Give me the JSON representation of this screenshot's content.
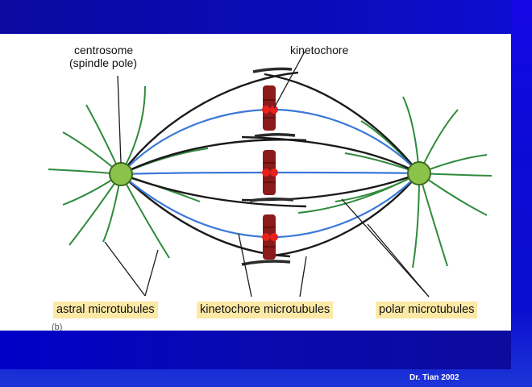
{
  "labels": {
    "centrosome_line1": "centrosome",
    "centrosome_line2": "(spindle pole)",
    "kinetochore": "kinetochore",
    "astral_microtubules": "astral microtubules",
    "kinetochore_microtubules": "kinetochore microtubules",
    "polar_microtubules": "polar microtubules",
    "panel_marker": "(b)"
  },
  "credit": "Dr. Tian 2002",
  "colors": {
    "astral_microtubule": "#2f8a3c",
    "kinetochore_microtubule": "#3b78d8",
    "polar_microtubule": "#1a1a1a",
    "centrosome_fill": "#8bc34a",
    "chromosome": "#8b1a1a",
    "kinetochore_dot": "#e8211b",
    "label_highlight": "#fde9a6"
  }
}
